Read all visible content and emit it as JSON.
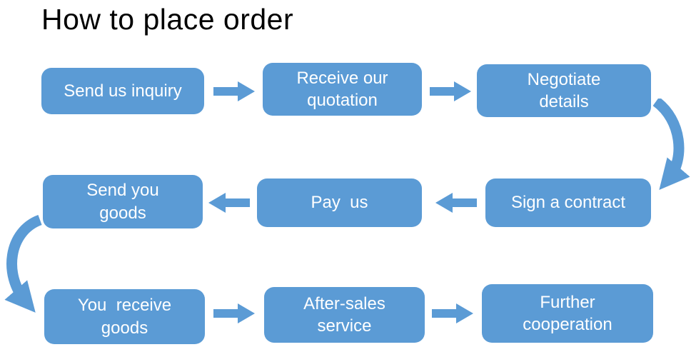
{
  "title": "How to place order",
  "colors": {
    "shape_fill": "#5B9BD5",
    "shape_text": "#FFFFFF",
    "title_text": "#000000"
  },
  "steps": [
    {
      "label": "Send us inquiry"
    },
    {
      "label": "Receive our\nquotation"
    },
    {
      "label": "Negotiate\ndetails"
    },
    {
      "label": "Sign a contract"
    },
    {
      "label": "Pay  us"
    },
    {
      "label": "Send you\ngoods"
    },
    {
      "label": "You  receive\ngoods"
    },
    {
      "label": "After-sales\nservice"
    },
    {
      "label": "Further\ncooperation"
    }
  ]
}
